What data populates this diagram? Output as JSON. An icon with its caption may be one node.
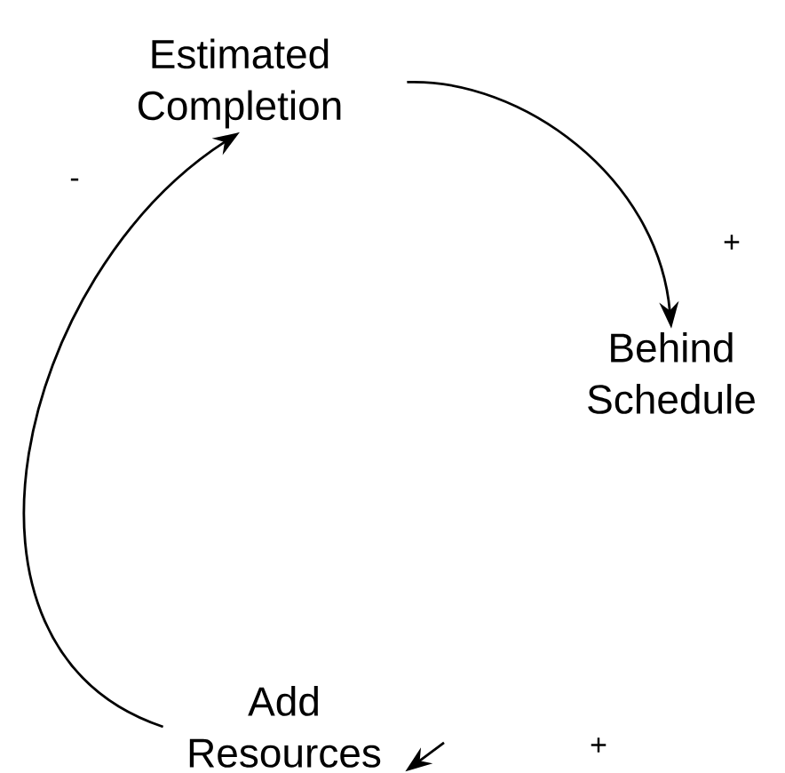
{
  "diagram": {
    "nodes": [
      {
        "text": [
          "Estimated Completion"
        ]
      },
      {
        "text": [
          "Behind Schedule"
        ]
      },
      {
        "text": [
          "Add Resources"
        ]
      }
    ],
    "edges": [
      {
        "from": 0,
        "to": 1,
        "arrow": "to"
      },
      {
        "from": 2,
        "to": 0,
        "arrow": "to"
      },
      {
        "from": null,
        "to": 2,
        "arrow": "to"
      }
    ],
    "labels": [
      "-",
      "+",
      "+"
    ]
  }
}
